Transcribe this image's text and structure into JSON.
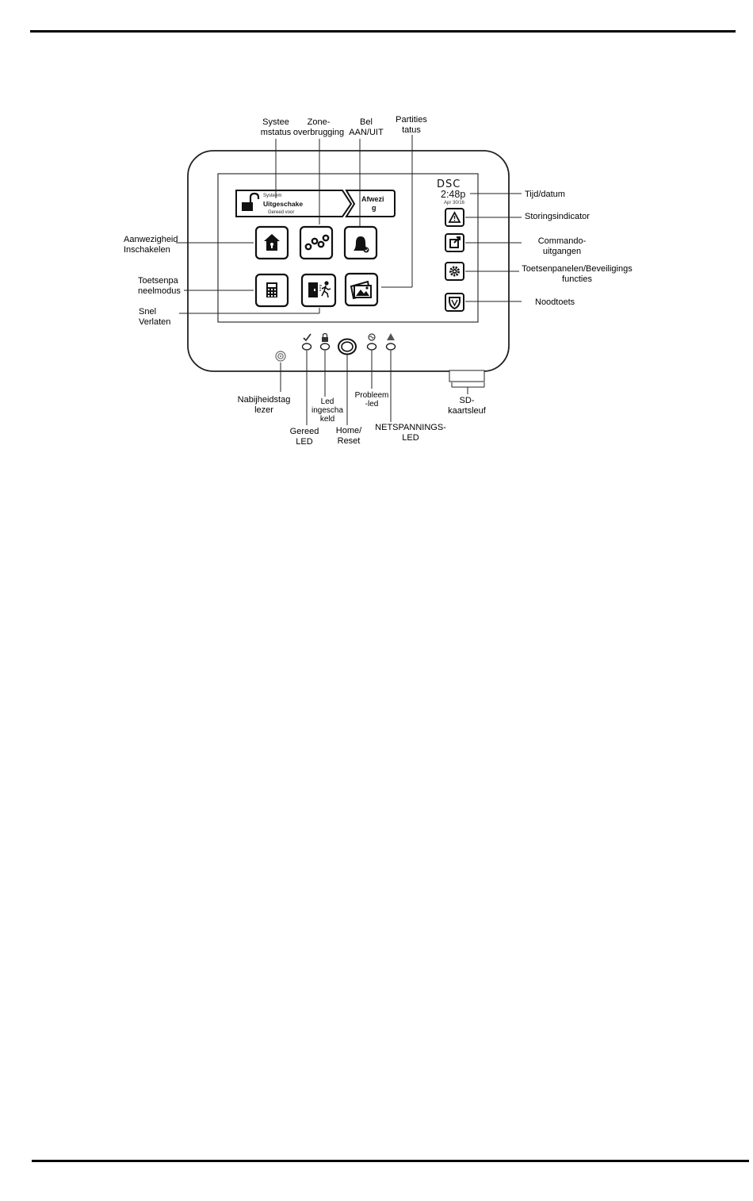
{
  "device": {
    "brand": "DSC",
    "time": "2:48p",
    "date": "Apr 30/16",
    "status_banner": {
      "small_top": "Systeem",
      "main": "Uitgeschake",
      "small_bottom": "Gereed voor",
      "right_line1": "Afwezi",
      "right_line2": "g"
    }
  },
  "labels": {
    "systeemstatus": [
      "Systee",
      "mstatus"
    ],
    "zone_overbrugging": [
      "Zone-",
      "overbrugging"
    ],
    "bel": [
      "Bel",
      "AAN/UIT"
    ],
    "partitiestatus": [
      "Partities",
      "tatus"
    ],
    "tijd_datum": [
      "Tijd/datum"
    ],
    "storingsindicator": [
      "Storingsindicator"
    ],
    "commando": [
      "Commando-",
      "uitgangen"
    ],
    "toetsenpanelen": [
      "Toetsenpanelen/Beveiligings",
      "functies"
    ],
    "noodtoets": [
      "Noodtoets"
    ],
    "aanwezigheid": [
      "Aanwezigheid",
      "Inschakelen"
    ],
    "toetsenpaneelmodus": [
      "Toetsenpa",
      "neelmodus"
    ],
    "snel_verlaten": [
      "Snel",
      "Verlaten"
    ],
    "nabijheidstag": [
      "Nabijheidstag",
      "lezer"
    ],
    "led_ingeschakeld": [
      "Led",
      "ingescha",
      "keld"
    ],
    "gereed_led": [
      "Gereed",
      "LED"
    ],
    "home_reset": [
      "Home/",
      "Reset"
    ],
    "probleem_led": [
      "Probleem",
      "-led"
    ],
    "netspanning": [
      "NETSPANNINGS-",
      "LED"
    ],
    "sd_kaartsleuf": [
      "SD-",
      "kaartsleuf"
    ]
  }
}
